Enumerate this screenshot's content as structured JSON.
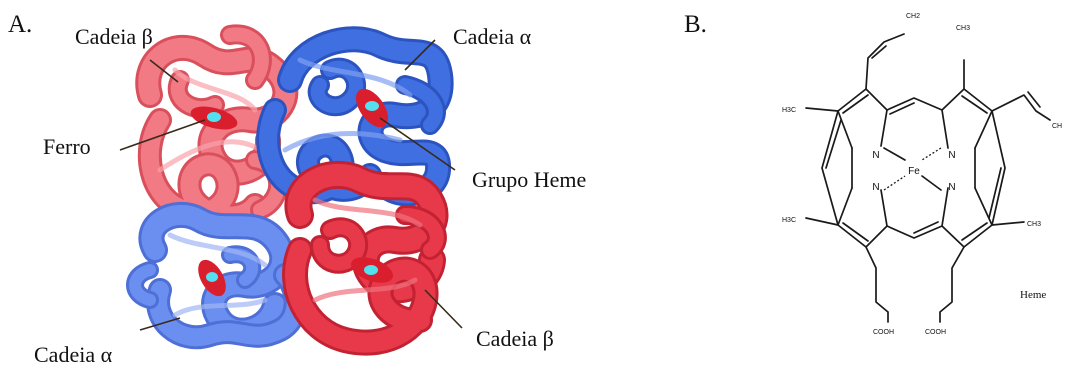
{
  "panel_a": {
    "letter": "A.",
    "labels": {
      "beta_top": "Cadeia β",
      "alpha_top": "Cadeia α",
      "ferro": "Ferro",
      "grupo_heme": "Grupo Heme",
      "alpha_bottom": "Cadeia α",
      "beta_bottom": "Cadeia β"
    },
    "colors": {
      "beta_light": "#f27a85",
      "beta_light_dark": "#d9505c",
      "alpha_dark": "#3f6fe0",
      "alpha_dark_shade": "#2c54c0",
      "beta_dark": "#e8394a",
      "beta_dark_shade": "#c32233",
      "alpha_light": "#6b8ff0",
      "alpha_light_shade": "#4d6fd6",
      "heme_disc": "#d91e2e",
      "iron": "#53e0ef"
    }
  },
  "panel_b": {
    "letter": "B.",
    "atoms": {
      "fe": "Fe",
      "n_top_left": "N",
      "n_top_right": "N",
      "n_bottom_left": "N",
      "n_bottom_right": "N",
      "ch2": "CH2",
      "ch3_top": "CH3",
      "h3c_left": "H3C",
      "ch_right": "CH",
      "h3c_bottom_left": "H3C",
      "ch3_right": "CH3",
      "cooh_left": "COOH",
      "cooh_right": "COOH"
    },
    "caption": "Heme"
  }
}
